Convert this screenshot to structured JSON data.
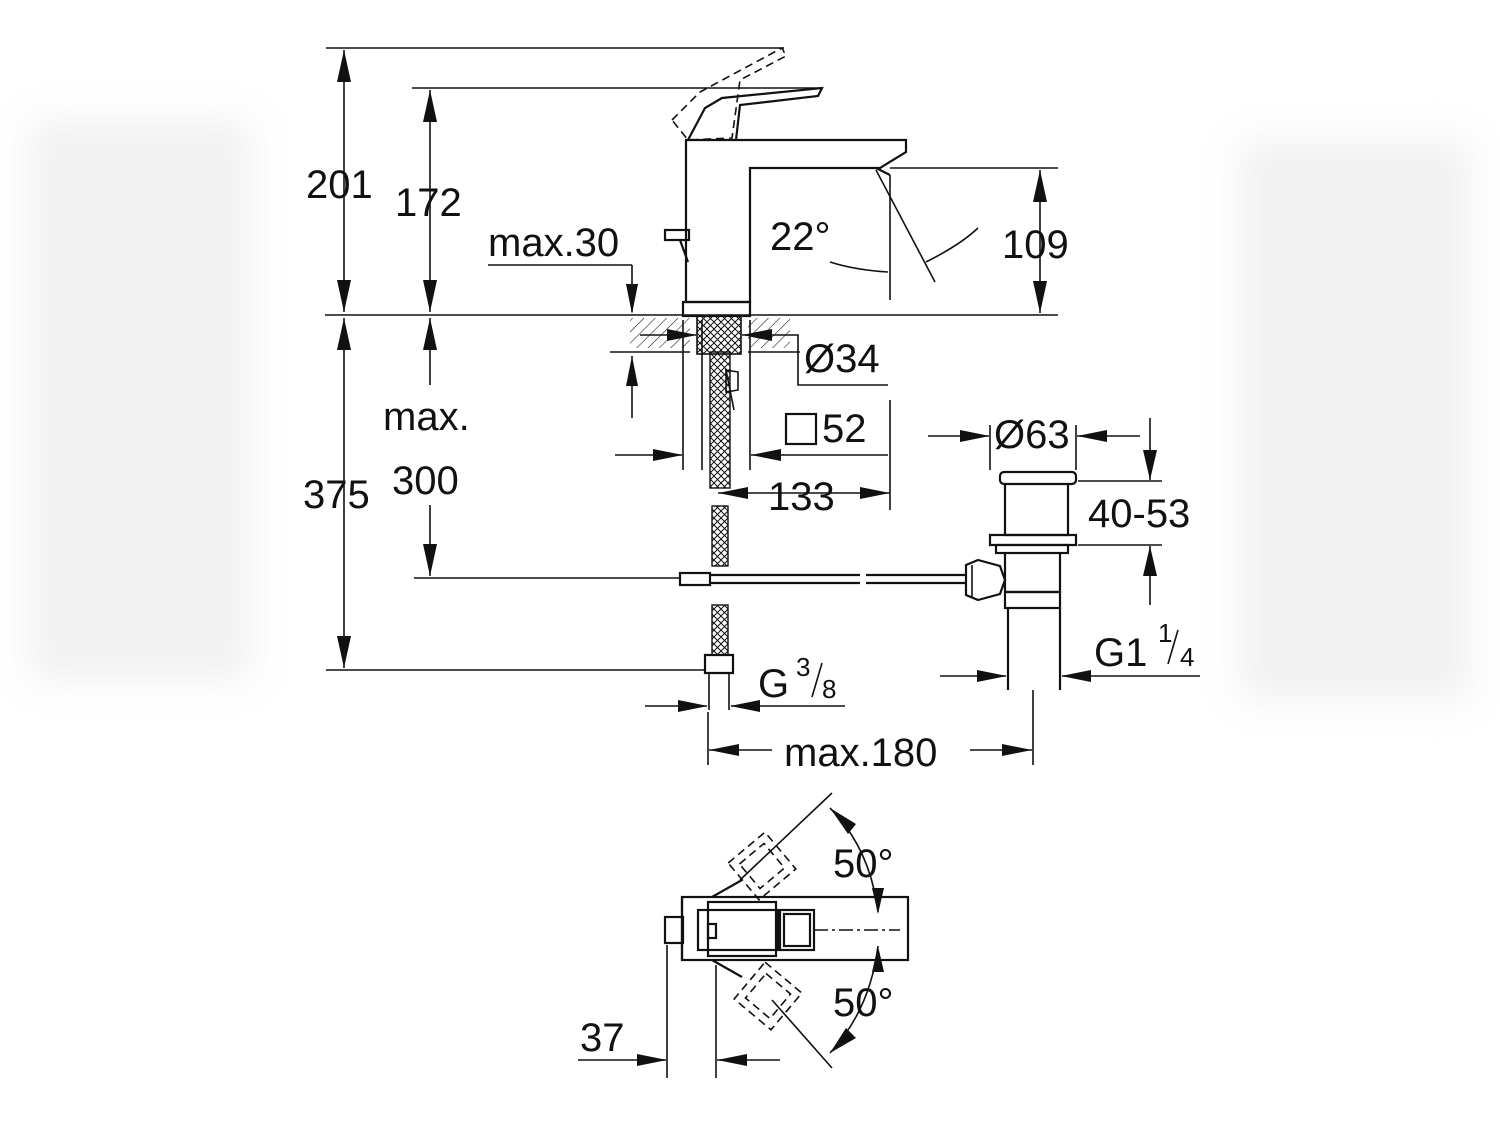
{
  "dimensions": {
    "total_height": "201",
    "lever_height": "172",
    "deck_thickness": "max.30",
    "spray_angle": "22°",
    "spout_height": "109",
    "hole_diameter": "Ø34",
    "under_deck": "max.",
    "under_deck_value": "300",
    "total_below": "375",
    "base_square": "52",
    "spout_reach": "133",
    "waste_diameter": "Ø63",
    "waste_range": "40-53",
    "waste_thread": "G1",
    "waste_thread_num": "1",
    "waste_thread_den": "4",
    "supply_thread": "G",
    "supply_thread_num": "3",
    "supply_thread_den": "8",
    "rod_length": "max.180",
    "lever_swing_top": "50°",
    "lever_swing_bottom": "50°",
    "body_offset": "37"
  }
}
